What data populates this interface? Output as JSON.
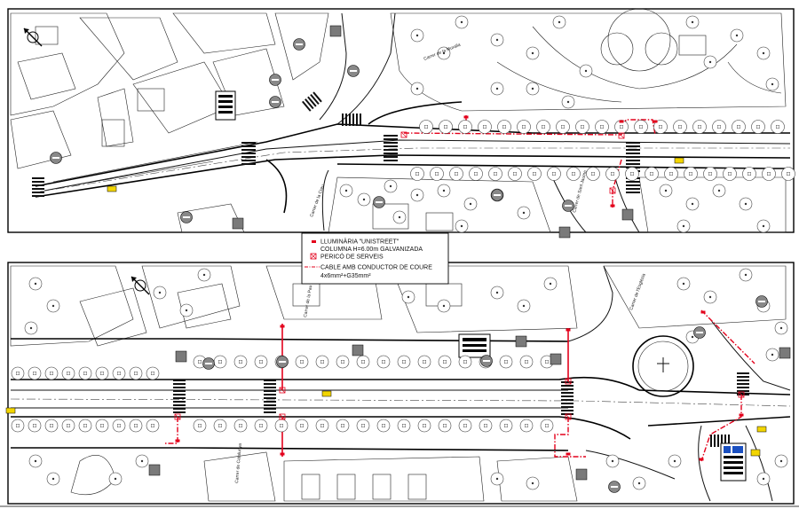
{
  "legend": {
    "item1_line1": "LLUMINÀRIA \"UNISTREET\"",
    "item1_line2": "COLUMNA H=6.00m GALVANIZADA",
    "item2": "PERICÓ DE SERVEIS",
    "item3_line1": "CABLE AMB CONDUCTOR DE COURE",
    "item3_line2": "4x6mm²+G35mm²"
  },
  "colors": {
    "cable": "#e3001b",
    "luminaire": "#e3001b",
    "linework": "#111111"
  },
  "street_labels": {
    "top_a": "Carrer de la Muralla",
    "top_b": "Carrer de la Creu",
    "top_c": "Carrer de Sant Jaume",
    "bottom_a": "Carrer de la Pau",
    "bottom_b": "Carrer de Catalunya",
    "bottom_c": "Carrer de l'Església"
  },
  "icons": {
    "north": "north-arrow-icon",
    "luminaire": "luminaire-icon",
    "manhole": "manhole-icon"
  }
}
